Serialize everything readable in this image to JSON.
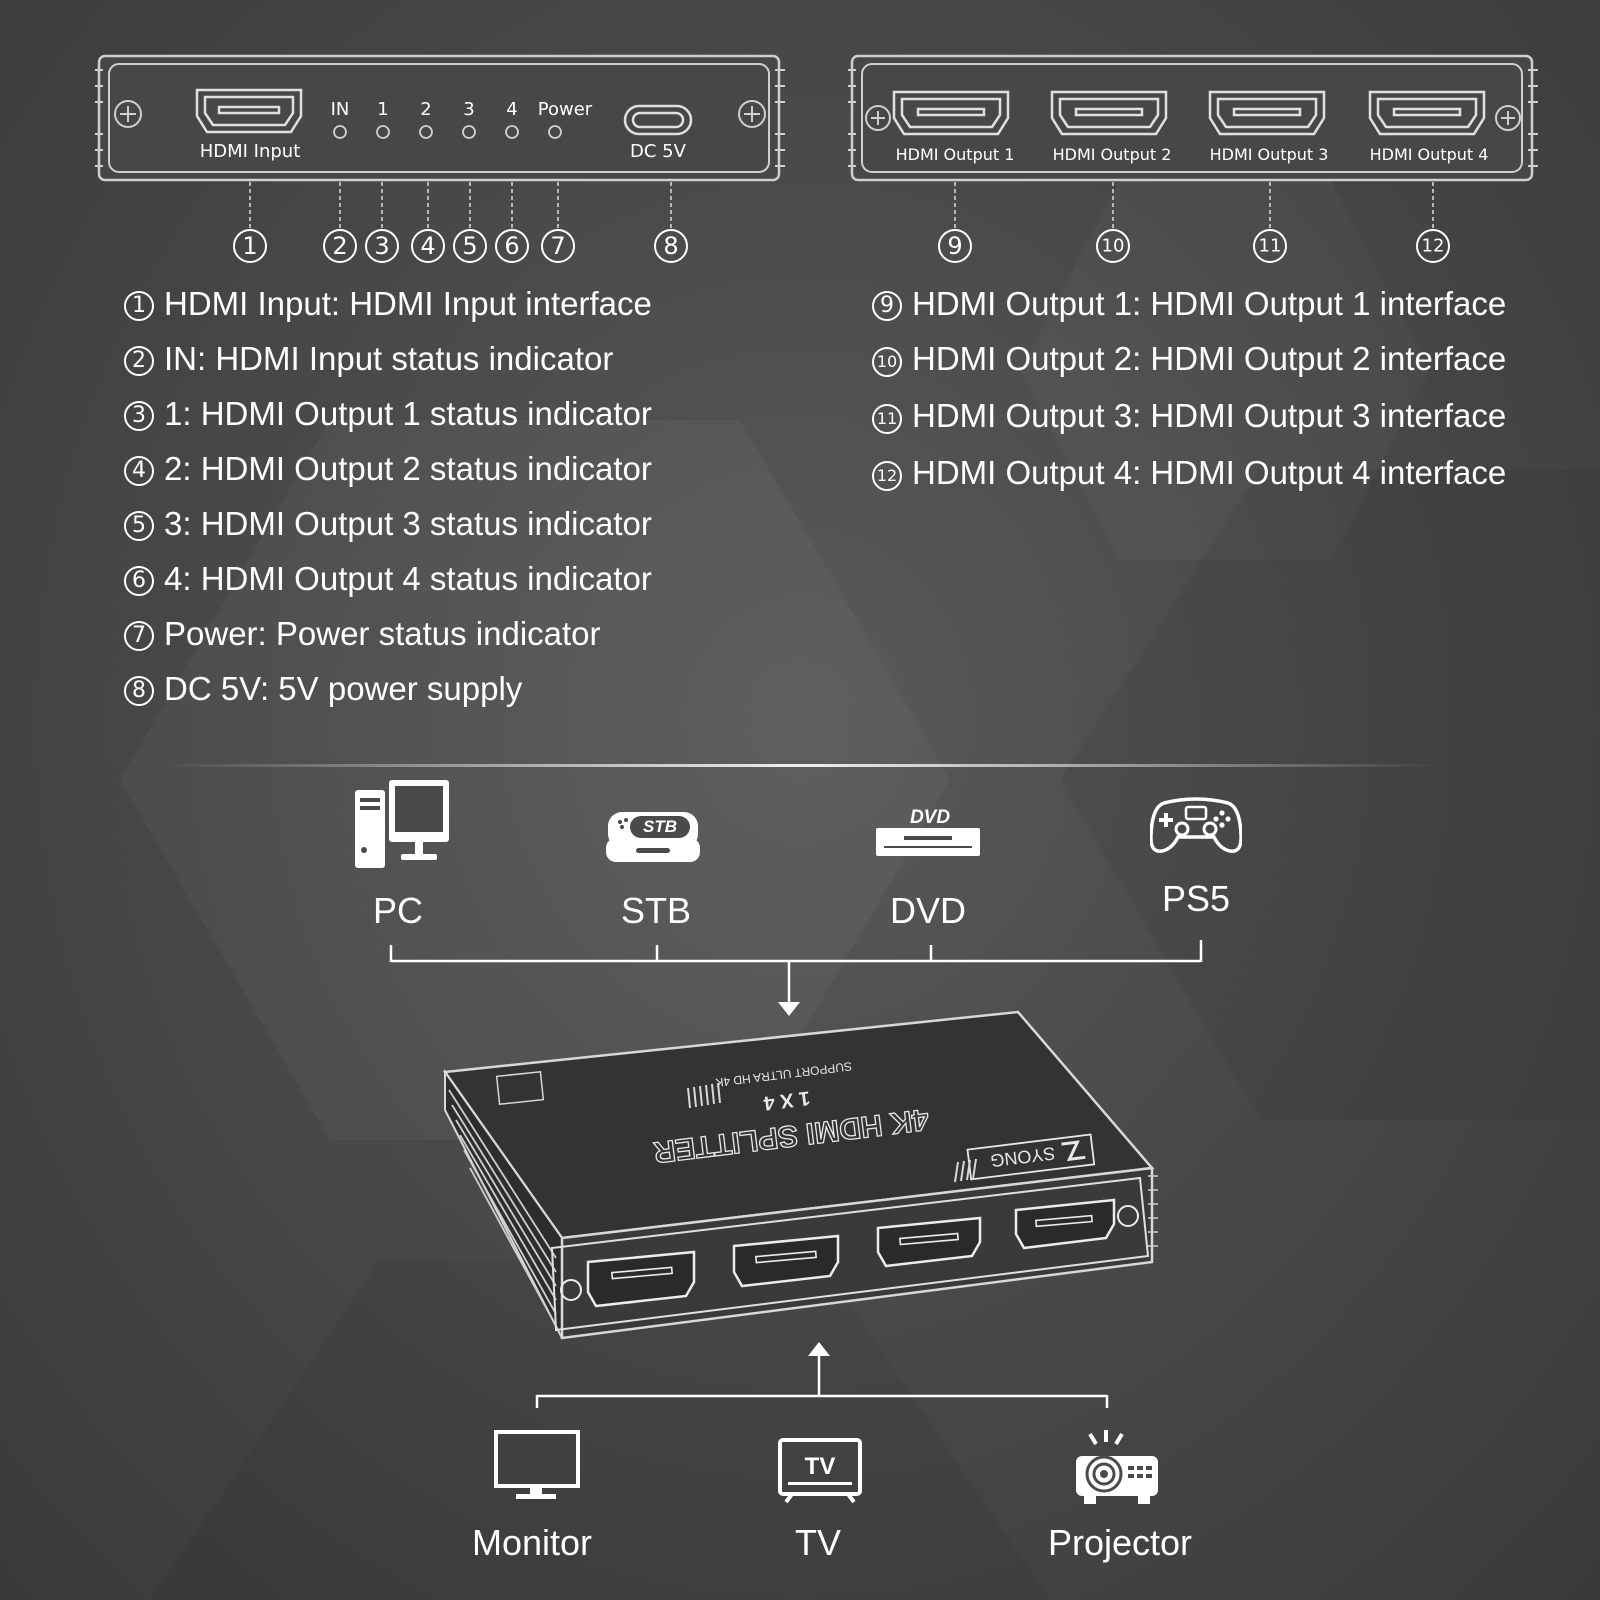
{
  "front_panel": {
    "hdmi_input": "HDMI Input",
    "indicators": [
      "IN",
      "1",
      "2",
      "3",
      "4",
      "Power"
    ],
    "dc": "DC 5V"
  },
  "back_panel": {
    "outputs": [
      "HDMI Output 1",
      "HDMI Output 2",
      "HDMI Output 3",
      "HDMI Output 4"
    ]
  },
  "markers": [
    "①",
    "②",
    "③",
    "④",
    "⑤",
    "⑥",
    "⑦",
    "⑧",
    "⑨",
    "⑩",
    "⑪",
    "⑫"
  ],
  "marker_numbers": [
    "1",
    "2",
    "3",
    "4",
    "5",
    "6",
    "7",
    "8",
    "9",
    "10",
    "11",
    "12"
  ],
  "legend_left": [
    "HDMI Input: HDMI Input interface",
    "IN: HDMI Input status indicator",
    "1: HDMI Output 1 status indicator",
    "2: HDMI Output 2 status indicator",
    "3: HDMI Output 3 status indicator",
    "4: HDMI Output 4 status indicator",
    "Power: Power status indicator",
    "DC 5V: 5V power supply"
  ],
  "legend_right": [
    "HDMI Output 1: HDMI Output 1 interface",
    "HDMI Output 2: HDMI Output 2 interface",
    "HDMI Output 3: HDMI Output 3 interface",
    "HDMI Output 4: HDMI Output 4 interface"
  ],
  "sources": [
    "PC",
    "STB",
    "DVD",
    "PS5"
  ],
  "source_icon_text": {
    "stb": "STB",
    "dvd": "DVD"
  },
  "splitter": {
    "title": "4K HDMI SPLITTER",
    "model": "1 X 4",
    "support": "SUPPORT ULTRA HD 4K",
    "brand": "SYONG"
  },
  "displays": [
    "Monitor",
    "TV",
    "Projector"
  ],
  "display_icon_text": {
    "tv": "TV"
  }
}
